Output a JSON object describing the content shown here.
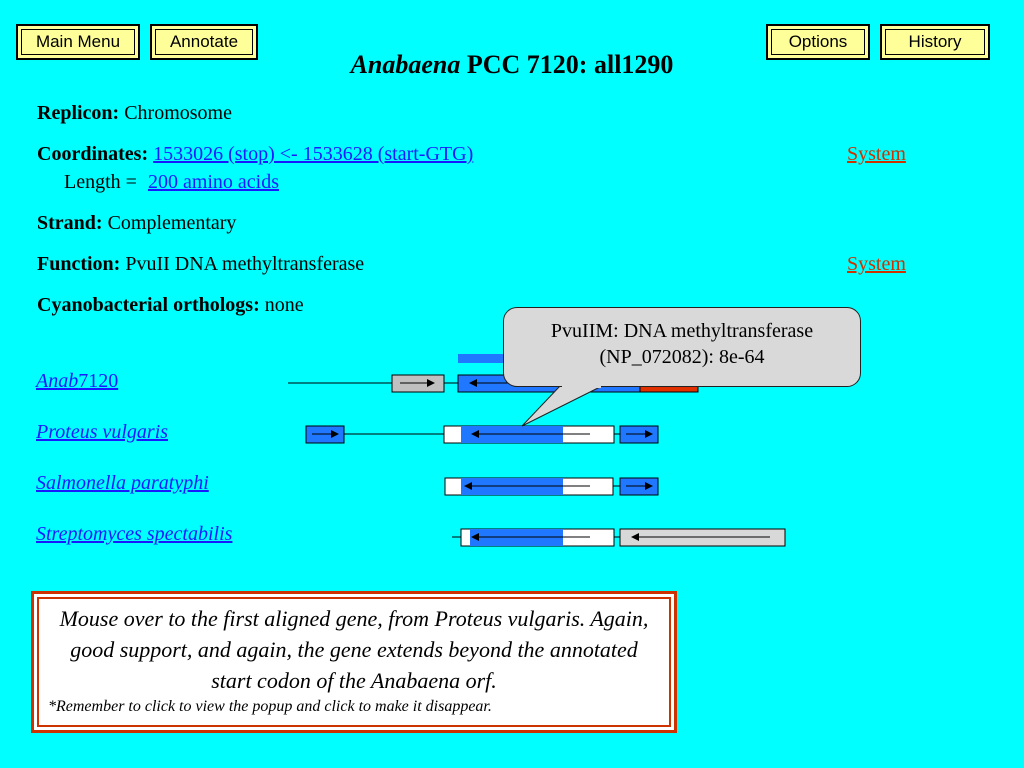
{
  "nav": {
    "main_menu": "Main Menu",
    "annotate": "Annotate",
    "options": "Options",
    "history": "History"
  },
  "title": {
    "genus": "Anabaena",
    "rest": "PCC 7120: all1290"
  },
  "fields": {
    "replicon_label": "Replicon:",
    "replicon_value": "Chromosome",
    "coordinates_label": "Coordinates:",
    "coordinates_value": "1533026 (stop) <- 1533628 (start-GTG)",
    "length_label": "Length =",
    "length_value": "200 amino acids",
    "strand_label": "Strand:",
    "strand_value": "Complementary",
    "function_label": "Function:",
    "function_value": "PvuII DNA methyltransferase",
    "orthologs_label": "Cyanobacterial orthologs:",
    "orthologs_value": "none",
    "system_link": "System"
  },
  "organisms": {
    "anab_italic": "Anab",
    "anab_plain": "7120",
    "proteus": "Proteus vulgaris",
    "salmonella": "Salmonella paratyphi",
    "streptomyces": "Streptomyces spectabilis"
  },
  "popup": {
    "line1": "PvuIIM: DNA methyltransferase",
    "line2": "(NP_072082): 8e-64"
  },
  "note": {
    "main": "Mouse over to the first aligned gene, from Proteus vulgaris. Again, good support, and again, the gene extends beyond the annotated start codon of the Anabaena orf.",
    "small": "*Remember to click to view the popup and click to make it disappear."
  },
  "colors": {
    "background": "#00ffff",
    "button": "#ffff99",
    "gene_blue": "#1f78ff",
    "link": "#1a1aff",
    "system_link": "#cc3300",
    "note_border": "#cc3300",
    "popup": "#d9d9d9"
  },
  "icons": {
    "arrow_right": "arrow-right-icon",
    "arrow_left": "arrow-left-icon"
  }
}
